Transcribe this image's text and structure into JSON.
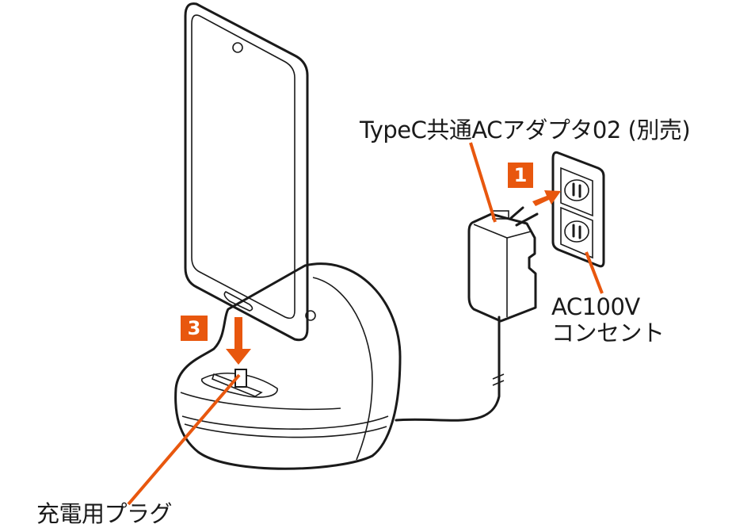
{
  "labels": {
    "adapter": "TypeC共通ACアダプタ02 (別売)",
    "outlet_line1": "AC100V",
    "outlet_line2": "コンセント",
    "plug": "充電用プラグ"
  },
  "steps": {
    "step1": "1",
    "step3": "3"
  },
  "colors": {
    "accent": "#e8570e",
    "line": "#1a1a1a"
  }
}
